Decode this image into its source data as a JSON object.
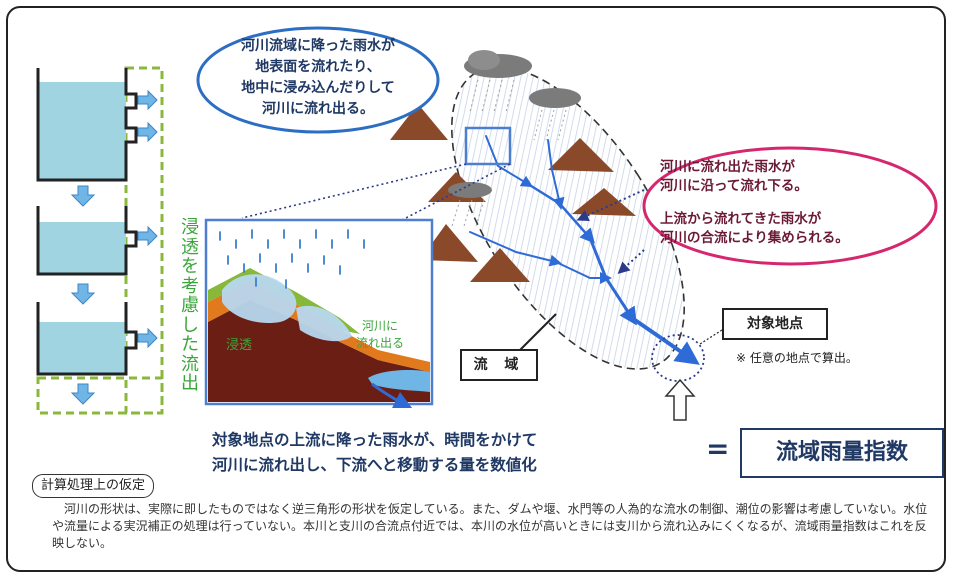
{
  "bubbles": {
    "blue_lines": [
      "河川流域に降った雨水が",
      "地表面を流れたり、",
      "地中に浸み込んだりして",
      "河川に流れ出る。"
    ],
    "pink_group1": [
      "河川に流れ出た雨水が",
      "河川に沿って流れ下る。"
    ],
    "pink_group2": [
      "上流から流れてきた雨水が",
      "河川の合流により集められる。"
    ]
  },
  "tank_model": {
    "vertical_label": "浸透を考慮した流出"
  },
  "inset": {
    "infiltration_label": "浸透",
    "outflow_label_lines": [
      "河川に",
      "流れ出る"
    ]
  },
  "labels": {
    "basin": "流 域",
    "target_point": "対象地点",
    "target_note": "※ 任意の地点で算出。"
  },
  "statement": {
    "lines": [
      "対象地点の上流に降った雨水が、時間をかけて",
      "河川に流れ出し、下流へと移動する量を数値化"
    ],
    "equals": "=",
    "index_name": "流域雨量指数"
  },
  "assumptions": {
    "heading": "計算処理上の仮定",
    "body": "河川の形状は、実際に即したものではなく逆三角形の形状を仮定している。また、ダムや堰、水門等の人為的な流水の制御、潮位の影響は考慮していない。水位や流量による実況補正の処理は行っていない。本川と支川の合流点付近では、本川の水位が高いときには支川から流れ込みにくくなるが、流域雨量指数はこれを反映しない。"
  },
  "colors": {
    "tank_water": "#9fd4e0",
    "arrow_blue": "#6fb5e6",
    "green_dash": "#8ab83c",
    "river_blue": "#2f6bd6",
    "bubble_blue": "#2c6ec4",
    "bubble_pink": "#d6266e",
    "mountain_brown": "#8a4a2a",
    "cloud_gray": "#7b7b7b"
  }
}
